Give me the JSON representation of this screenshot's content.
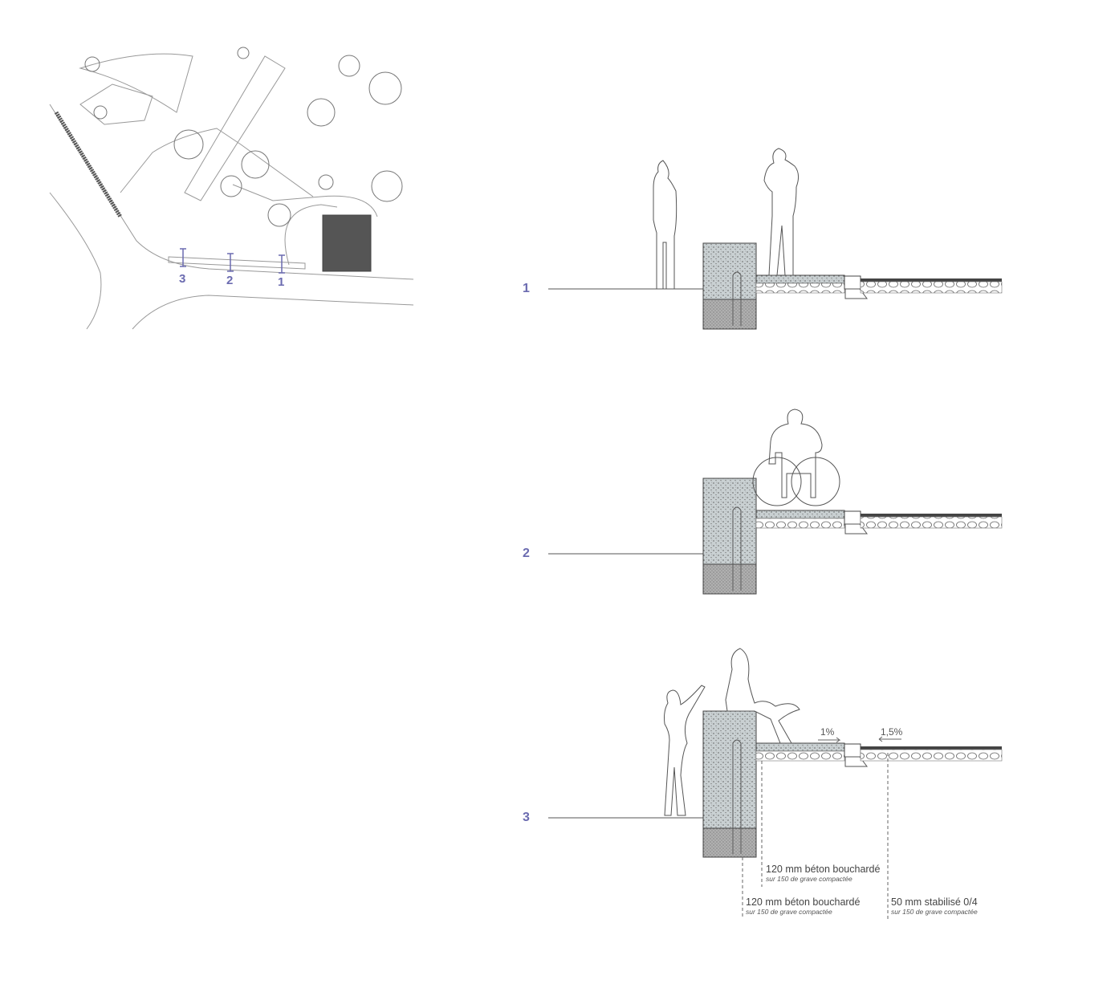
{
  "site_plan": {
    "markers": [
      "3",
      "2",
      "1"
    ]
  },
  "sections": [
    {
      "number": "1",
      "figure": "standing-people"
    },
    {
      "number": "2",
      "figure": "wheelchair-user"
    },
    {
      "number": "3",
      "figure": "seated-and-standing-women"
    }
  ],
  "slopes": {
    "left": "1%",
    "right": "1,5%"
  },
  "notes": [
    {
      "main": "120 mm béton bouchardé",
      "sub": "sur 150 de grave compactée"
    },
    {
      "main": "120 mm béton bouchardé",
      "sub": "sur 150 de grave compactée"
    },
    {
      "main": "50 mm stabilisé 0/4",
      "sub": "sur 150 de grave compactée"
    }
  ],
  "colors": {
    "accent": "#6b6bb0",
    "concrete": "#c9d0d2",
    "footing": "#a9a9a9",
    "line": "#555555"
  }
}
